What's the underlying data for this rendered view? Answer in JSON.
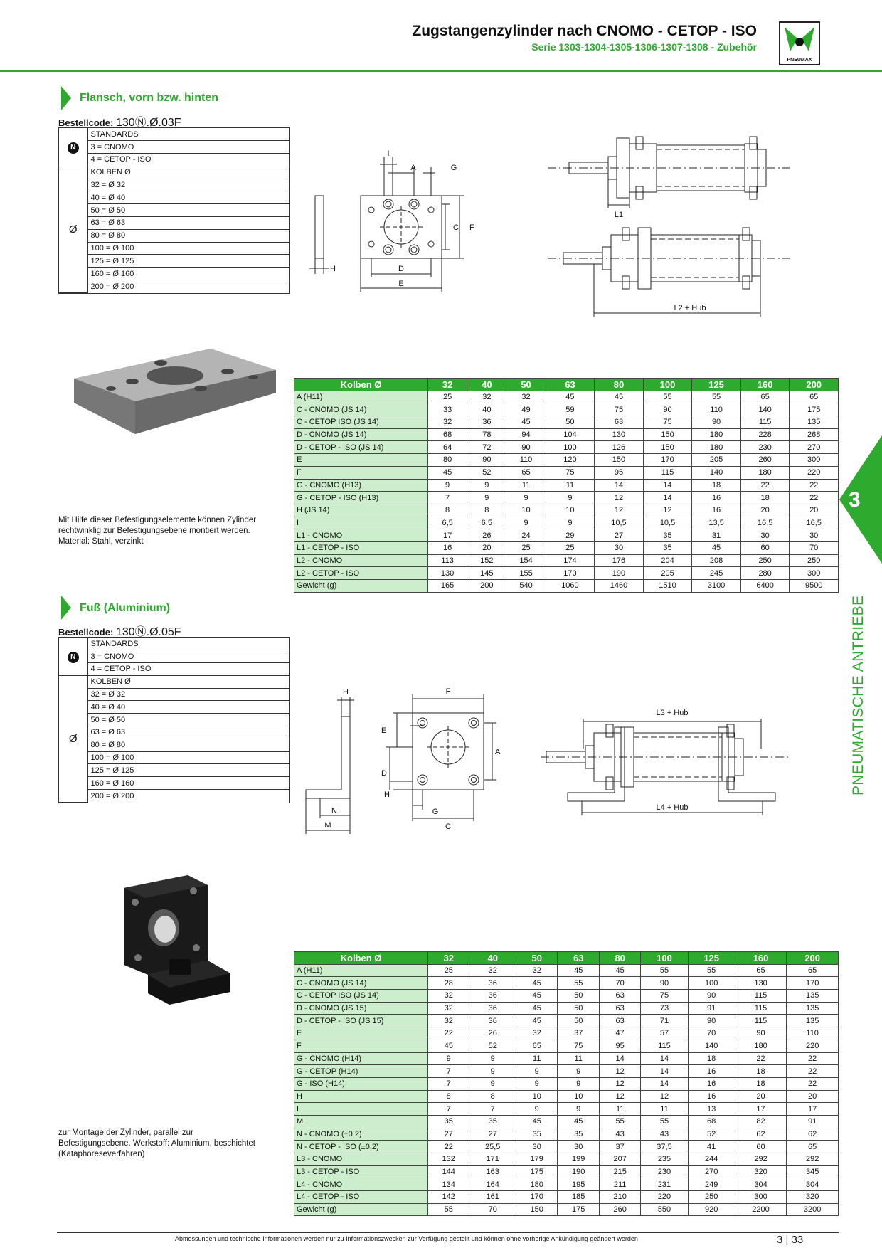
{
  "header": {
    "title": "Zugstangenzylinder nach CNOMO - CETOP - ISO",
    "subtitle": "Serie 1303-1304-1305-1306-1307-1308 - Zubehör",
    "logo_text": "PNEUMAX"
  },
  "side_tab": {
    "number": "3",
    "label": "PNEUMATISCHE ANTRIEBE"
  },
  "section1": {
    "title": "Flansch, vorn bzw. hinten",
    "bestell_label": "Bestellcode:",
    "bestell_code": "130Ⓝ.Ø.03F",
    "opt_standards": [
      "STANDARDS",
      "3 = CNOMO",
      "4 = CETOP - ISO"
    ],
    "opt_kolben": [
      "KOLBEN Ø",
      "32 = Ø 32",
      "40 = Ø 40",
      "50 = Ø 50",
      "63 = Ø 63",
      "80 = Ø 80",
      "100 = Ø 100",
      "125 = Ø 125",
      "160 = Ø 160",
      "200 = Ø 200"
    ],
    "sym_n": "N",
    "sym_o": "Ø",
    "dims": {
      "I": "I",
      "A": "A",
      "G": "G",
      "C": "C",
      "F": "F",
      "H": "H",
      "D": "D",
      "E": "E",
      "L1": "L1",
      "L2": "L2 + Hub"
    },
    "note": [
      "Mit Hilfe dieser Befestigungselemente können Zylinder",
      "rechtwinklig zur Befestigungsebene montiert werden.",
      "Material: Stahl, verzinkt"
    ],
    "table": {
      "header": [
        "Kolben Ø",
        "32",
        "40",
        "50",
        "63",
        "80",
        "100",
        "125",
        "160",
        "200"
      ],
      "rows": [
        [
          "A (H11)",
          "25",
          "32",
          "32",
          "45",
          "45",
          "55",
          "55",
          "65",
          "65"
        ],
        [
          "C - CNOMO (JS 14)",
          "33",
          "40",
          "49",
          "59",
          "75",
          "90",
          "110",
          "140",
          "175"
        ],
        [
          "C - CETOP ISO (JS 14)",
          "32",
          "36",
          "45",
          "50",
          "63",
          "75",
          "90",
          "115",
          "135"
        ],
        [
          "D - CNOMO (JS 14)",
          "68",
          "78",
          "94",
          "104",
          "130",
          "150",
          "180",
          "228",
          "268"
        ],
        [
          "D - CETOP - ISO (JS 14)",
          "64",
          "72",
          "90",
          "100",
          "126",
          "150",
          "180",
          "230",
          "270"
        ],
        [
          "E",
          "80",
          "90",
          "110",
          "120",
          "150",
          "170",
          "205",
          "260",
          "300"
        ],
        [
          "F",
          "45",
          "52",
          "65",
          "75",
          "95",
          "115",
          "140",
          "180",
          "220"
        ],
        [
          "G - CNOMO (H13)",
          "9",
          "9",
          "11",
          "11",
          "14",
          "14",
          "18",
          "22",
          "22"
        ],
        [
          "G - CETOP - ISO (H13)",
          "7",
          "9",
          "9",
          "9",
          "12",
          "14",
          "16",
          "18",
          "22"
        ],
        [
          "H (JS 14)",
          "8",
          "8",
          "10",
          "10",
          "12",
          "12",
          "16",
          "20",
          "20"
        ],
        [
          "I",
          "6,5",
          "6,5",
          "9",
          "9",
          "10,5",
          "10,5",
          "13,5",
          "16,5",
          "16,5"
        ],
        [
          "L1 - CNOMO",
          "17",
          "26",
          "24",
          "29",
          "27",
          "35",
          "31",
          "30",
          "30"
        ],
        [
          "L1 - CETOP - ISO",
          "16",
          "20",
          "25",
          "25",
          "30",
          "35",
          "45",
          "60",
          "70"
        ],
        [
          "L2 - CNOMO",
          "113",
          "152",
          "154",
          "174",
          "176",
          "204",
          "208",
          "250",
          "250"
        ],
        [
          "L2 - CETOP - ISO",
          "130",
          "145",
          "155",
          "170",
          "190",
          "205",
          "245",
          "280",
          "300"
        ],
        [
          "Gewicht (g)",
          "165",
          "200",
          "540",
          "1060",
          "1460",
          "1510",
          "3100",
          "6400",
          "9500"
        ]
      ]
    }
  },
  "section2": {
    "title": "Fuß (Aluminium)",
    "bestell_label": "Bestellcode:",
    "bestell_code": "130Ⓝ.Ø.05F",
    "opt_standards": [
      "STANDARDS",
      "3 = CNOMO",
      "4 = CETOP - ISO"
    ],
    "opt_kolben": [
      "KOLBEN Ø",
      "32 = Ø 32",
      "40 = Ø 40",
      "50 = Ø 50",
      "63 = Ø 63",
      "80 = Ø 80",
      "100 = Ø 100",
      "125 = Ø 125",
      "160 = Ø 160",
      "200 = Ø 200"
    ],
    "sym_n": "N",
    "sym_o": "Ø",
    "dims": {
      "H": "H",
      "F": "F",
      "I": "I",
      "E": "E",
      "A": "A",
      "D": "D",
      "H2": "H",
      "N": "N",
      "G": "G",
      "M": "M",
      "C": "C",
      "L3": "L3 + Hub",
      "L4": "L4 + Hub"
    },
    "note": [
      "zur Montage der Zylinder, parallel zur",
      "Befestigungsebene. Werkstoff: Aluminium, beschichtet",
      "(Kataphoreseverfahren)"
    ],
    "table": {
      "header": [
        "Kolben Ø",
        "32",
        "40",
        "50",
        "63",
        "80",
        "100",
        "125",
        "160",
        "200"
      ],
      "rows": [
        [
          "A (H11)",
          "25",
          "32",
          "32",
          "45",
          "45",
          "55",
          "55",
          "65",
          "65"
        ],
        [
          "C - CNOMO (JS 14)",
          "28",
          "36",
          "45",
          "55",
          "70",
          "90",
          "100",
          "130",
          "170"
        ],
        [
          "C - CETOP ISO (JS 14)",
          "32",
          "36",
          "45",
          "50",
          "63",
          "75",
          "90",
          "115",
          "135"
        ],
        [
          "D - CNOMO (JS 15)",
          "32",
          "36",
          "45",
          "50",
          "63",
          "73",
          "91",
          "115",
          "135"
        ],
        [
          "D - CETOP - ISO (JS 15)",
          "32",
          "36",
          "45",
          "50",
          "63",
          "71",
          "90",
          "115",
          "135"
        ],
        [
          "E",
          "22",
          "26",
          "32",
          "37",
          "47",
          "57",
          "70",
          "90",
          "110"
        ],
        [
          "F",
          "45",
          "52",
          "65",
          "75",
          "95",
          "115",
          "140",
          "180",
          "220"
        ],
        [
          "G - CNOMO (H14)",
          "9",
          "9",
          "11",
          "11",
          "14",
          "14",
          "18",
          "22",
          "22"
        ],
        [
          "G - CETOP (H14)",
          "7",
          "9",
          "9",
          "9",
          "12",
          "14",
          "16",
          "18",
          "22"
        ],
        [
          "G - ISO (H14)",
          "7",
          "9",
          "9",
          "9",
          "12",
          "14",
          "16",
          "18",
          "22"
        ],
        [
          "H",
          "8",
          "8",
          "10",
          "10",
          "12",
          "12",
          "16",
          "20",
          "20"
        ],
        [
          "I",
          "7",
          "7",
          "9",
          "9",
          "11",
          "11",
          "13",
          "17",
          "17"
        ],
        [
          "M",
          "35",
          "35",
          "45",
          "45",
          "55",
          "55",
          "68",
          "82",
          "91"
        ],
        [
          "N - CNOMO (±0,2)",
          "27",
          "27",
          "35",
          "35",
          "43",
          "43",
          "52",
          "62",
          "62"
        ],
        [
          "N - CETOP - ISO (±0,2)",
          "22",
          "25,5",
          "30",
          "30",
          "37",
          "37,5",
          "41",
          "60",
          "65"
        ],
        [
          "L3 - CNOMO",
          "132",
          "171",
          "179",
          "199",
          "207",
          "235",
          "244",
          "292",
          "292"
        ],
        [
          "L3 - CETOP - ISO",
          "144",
          "163",
          "175",
          "190",
          "215",
          "230",
          "270",
          "320",
          "345"
        ],
        [
          "L4 - CNOMO",
          "134",
          "164",
          "180",
          "195",
          "211",
          "231",
          "249",
          "304",
          "304"
        ],
        [
          "L4 - CETOP - ISO",
          "142",
          "161",
          "170",
          "185",
          "210",
          "220",
          "250",
          "300",
          "320"
        ],
        [
          "Gewicht (g)",
          "55",
          "70",
          "150",
          "175",
          "260",
          "550",
          "920",
          "2200",
          "3200"
        ]
      ]
    }
  },
  "footer": {
    "disclaimer": "Abmessungen und technische Informationen werden nur zu Informationszwecken zur Verfügung gestellt und können ohne vorherige Ankündigung geändert werden",
    "page": "3 | 33"
  }
}
